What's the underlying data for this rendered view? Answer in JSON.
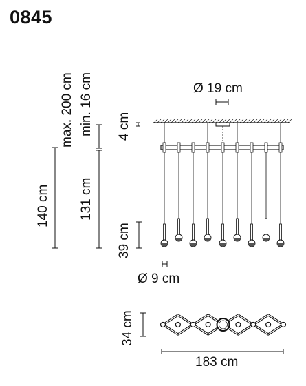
{
  "product_code": "0845",
  "dimensions": {
    "max_height": "max. 200 cm",
    "min_height": "min. 16 cm",
    "canopy_diameter": "Ø 19 cm",
    "canopy_height": "4 cm",
    "overall_drop": "140 cm",
    "cable_length": "131 cm",
    "pendant_height": "39 cm",
    "pendant_diameter": "Ø 9 cm",
    "frame_depth": "34 cm",
    "frame_width": "183 cm"
  },
  "colors": {
    "line": "#111111"
  }
}
